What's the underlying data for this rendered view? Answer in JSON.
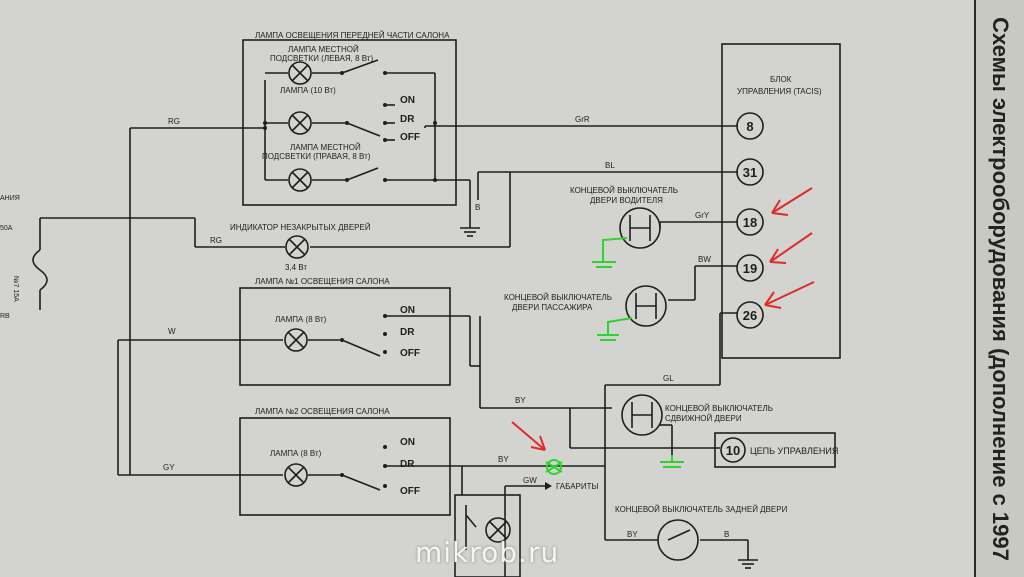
{
  "front_lamp": {
    "title": "ЛАМПА ОСВЕЩЕНИЯ ПЕРЕДНЕЙ ЧАСТИ САЛОНА",
    "left_line1": "ЛАМПА МЕСТНОЙ",
    "left_line2": "ПОДСВЕТКИ (ЛЕВАЯ, 8 Вт)",
    "center": "ЛАМПА (10 Вт)",
    "right_line1": "ЛАМПА МЕСТНОЙ",
    "right_line2": "ПОДСВЕТКИ (ПРАВАЯ, 8 Вт)"
  },
  "switch_labels": {
    "on": "ON",
    "dr": "DR",
    "off": "OFF"
  },
  "wire_labels": {
    "rg1": "RG",
    "grr": "GrR",
    "bl": "BL",
    "b1": "B",
    "rg2": "RG",
    "gry": "GrY",
    "bw": "BW",
    "w": "W",
    "by1": "BY",
    "gl": "GL",
    "gy": "GY",
    "by2": "BY",
    "gw": "GW",
    "by3": "BY",
    "b2": "B"
  },
  "control_unit": {
    "line1": "БЛОК",
    "line2": "УПРАВЛЕНИЯ (TACIS)",
    "pins": [
      "8",
      "31",
      "18",
      "19",
      "26"
    ]
  },
  "indicator": {
    "label": "ИНДИКАТОР НЕЗАКРЫТЫХ ДВЕРЕЙ",
    "power": "3,4 Вт"
  },
  "driver_switch": {
    "line1": "КОНЦЕВОЙ ВЫКЛЮЧАТЕЛЬ",
    "line2": "ДВЕРИ ВОДИТЕЛЯ"
  },
  "passenger_switch": {
    "line1": "КОНЦЕВОЙ ВЫКЛЮЧАТЕЛЬ",
    "line2": "ДВЕРИ ПАССАЖИРА"
  },
  "sliding_switch": {
    "line1": "КОНЦЕВОЙ ВЫКЛЮЧАТЕЛЬ",
    "line2": "СДВИЖНОЙ ДВЕРИ"
  },
  "rear_switch": {
    "label": "КОНЦЕВОЙ ВЫКЛЮЧАТЕЛЬ ЗАДНЕЙ ДВЕРИ"
  },
  "lamp1": {
    "title": "ЛАМПА №1 ОСВЕЩЕНИЯ САЛОНА",
    "lamp": "ЛАМПА (8 Вт)"
  },
  "lamp2": {
    "title": "ЛАМПА №2 ОСВЕЩЕНИЯ САЛОНА",
    "lamp": "ЛАМПА (8 Вт)"
  },
  "control_circuit": {
    "pin": "10",
    "label": "ЦЕПЬ УПРАВЛЕНИЯ"
  },
  "parking": {
    "label": "ГАБАРИТЫ"
  },
  "left_edge": {
    "t1": "АНИЯ",
    "t2": "50A",
    "t3": "№7 15A",
    "t4": "RB"
  },
  "side_title": "Схемы электрооборудования (дополнение с 1997",
  "watermark": "mikrob.ru",
  "colors": {
    "annotation_red": "#e02a2a",
    "annotation_green": "#2fd32f"
  }
}
